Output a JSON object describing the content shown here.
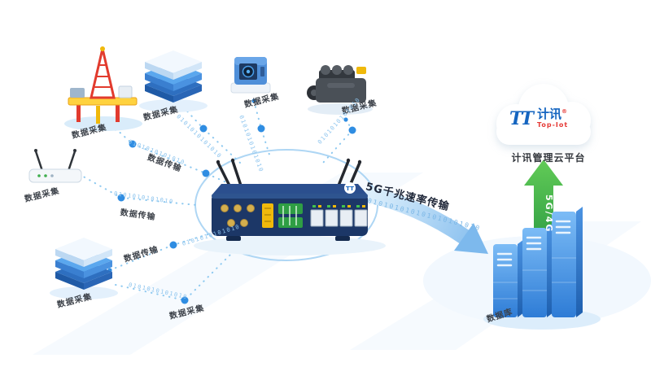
{
  "labels": {
    "collect": "数据采集",
    "transmit": "数据传输",
    "speed": "5G千兆速率传输",
    "database": "数据库",
    "uplink": "5G/4G",
    "platform": "计讯管理云平台",
    "binary": "0101010101010",
    "binary_long": "010101010101010101010"
  },
  "brand": {
    "logo": "TT",
    "name_cn": "计讯",
    "name_en": "Top-Iot",
    "reg": "®"
  },
  "nodes": [
    {
      "id": "oil-rig",
      "label": "数据采集"
    },
    {
      "id": "server-stack-top",
      "label": "数据采集"
    },
    {
      "id": "camera-device",
      "label": "数据采集"
    },
    {
      "id": "engine",
      "label": "数据采集"
    },
    {
      "id": "wifi-router",
      "label": "数据采集"
    },
    {
      "id": "server-stack-bottom",
      "label": "数据采集"
    },
    {
      "id": "sensor-node",
      "label": "数据采集"
    }
  ],
  "colors": {
    "accent_blue": "#2F8DE2",
    "light_blue_line": "#8EC9F0",
    "router_navy": "#1C3767",
    "port_green": "#2F9E44",
    "accent_yellow": "#F0B90B",
    "rig_red": "#E23B2E",
    "arrow_green": "#35A94B",
    "brand_blue": "#1565C0",
    "brand_red": "#E53935"
  }
}
